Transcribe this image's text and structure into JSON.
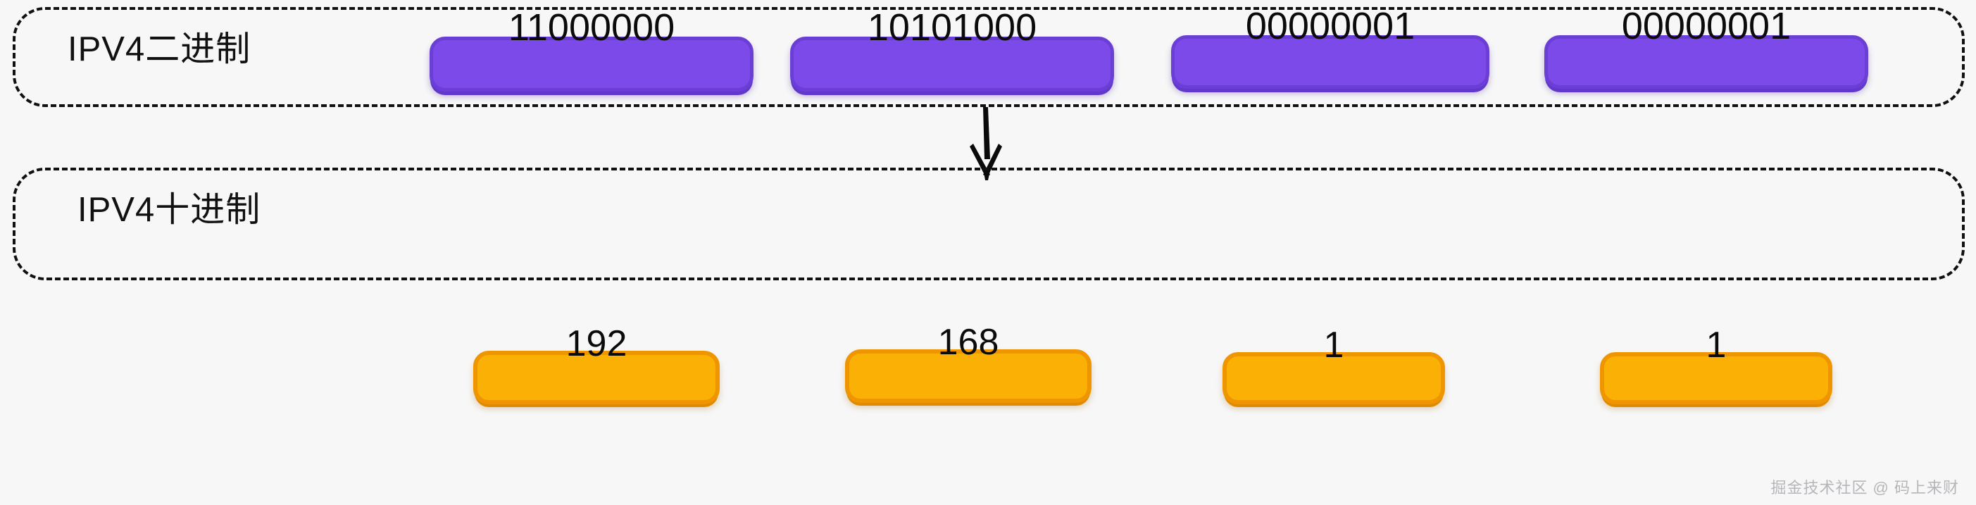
{
  "diagram": {
    "background_color": "#f7f7f8",
    "purple_fill": "#7b4ae8",
    "purple_border": "#6b3fd6",
    "orange_fill": "#fbb005",
    "orange_border": "#ef9500",
    "dash_color": "#111111"
  },
  "binary_row": {
    "label": "IPV4二进制",
    "octets": [
      {
        "value": "11000000"
      },
      {
        "value": "10101000"
      },
      {
        "value": "00000001"
      },
      {
        "value": "00000001"
      }
    ]
  },
  "decimal_row": {
    "label": "IPV4十进制",
    "octets": [
      {
        "value": "192"
      },
      {
        "value": "168"
      },
      {
        "value": "1"
      },
      {
        "value": "1"
      }
    ]
  },
  "connector": {
    "icon": "down-arrow-icon",
    "direction": "down"
  },
  "watermark": {
    "text": "掘金技术社区 @ 码上来财"
  }
}
